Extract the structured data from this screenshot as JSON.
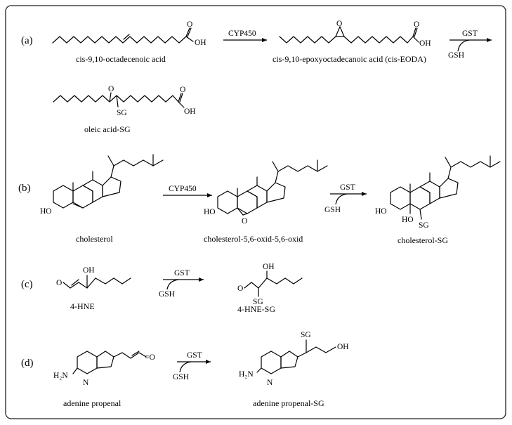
{
  "panels": {
    "a": {
      "label": "(a)",
      "substrate": "cis-9,10-octadecenoic acid",
      "enzyme1": "CYP450",
      "intermediate": "cis-9,10-epoxyoctadecanoic acid (cis-EODA)",
      "enzyme2": "GST",
      "cofactor": "GSH",
      "product": "oleic acid-SG"
    },
    "b": {
      "label": "(b)",
      "substrate": "cholesterol",
      "enzyme1": "CYP450",
      "intermediate": "cholesterol-5,6-oxid-5,6-oxid",
      "enzyme2": "GST",
      "cofactor": "GSH",
      "product": "cholesterol-SG"
    },
    "c": {
      "label": "(c)",
      "substrate": "4-HNE",
      "enzyme": "GST",
      "cofactor": "GSH",
      "product": "4-HNE-SG"
    },
    "d": {
      "label": "(d)",
      "substrate": "adenine propenal",
      "enzyme": "GST",
      "cofactor": "GSH",
      "product": "adenine propenal-SG"
    }
  },
  "atoms": {
    "oh": "OH",
    "o": "O",
    "ho": "HO",
    "sg": "SG",
    "nh2": "H₂N",
    "n": "N",
    "eq_o": "=O"
  },
  "colors": {
    "stroke": "#000000",
    "frame": "#222222",
    "background": "#ffffff"
  },
  "icons": [
    "reaction-arrow",
    "curved-cofactor-arrow",
    "skeletal-structure"
  ]
}
